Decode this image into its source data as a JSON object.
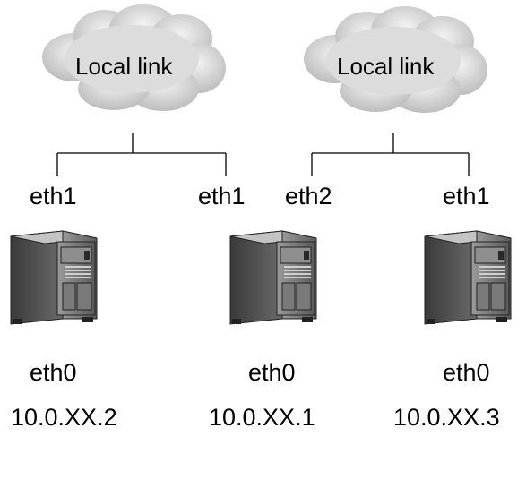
{
  "clouds": [
    {
      "label": "Local link"
    },
    {
      "label": "Local link"
    }
  ],
  "servers": [
    {
      "upper_if": "eth1",
      "lower_if": "eth0",
      "ip": "10.0.XX.2"
    },
    {
      "upper_if_left": "eth1",
      "upper_if_right": "eth2",
      "lower_if": "eth0",
      "ip": "10.0.XX.1"
    },
    {
      "upper_if": "eth1",
      "lower_if": "eth0",
      "ip": "10.0.XX.3"
    }
  ],
  "colors": {
    "cloud_fill": "#d4d4d4",
    "cloud_shadow": "#b8b8b8",
    "line": "#000000",
    "server_body": "#606060",
    "server_top": "#bfbfbf",
    "server_front": "#7a7a7a",
    "server_dark": "#333333"
  }
}
